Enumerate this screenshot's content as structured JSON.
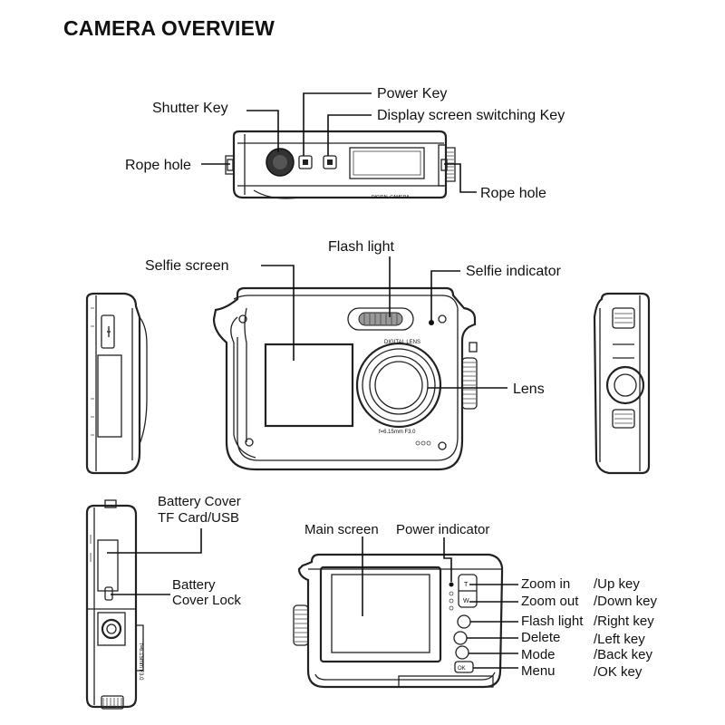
{
  "title": "CAMERA OVERVIEW",
  "top_view": {
    "shutter_key": "Shutter Key",
    "power_key": "Power Key",
    "display_switch_key": "Display screen switching Key",
    "rope_hole_left": "Rope hole",
    "rope_hole_right": "Rope hole",
    "body_text": "DIGITAL CAMERA"
  },
  "front_view": {
    "flash_light": "Flash light",
    "selfie_screen": "Selfie screen",
    "selfie_indicator": "Selfie indicator",
    "lens": "Lens",
    "lens_ring_top": "DIGITAL LENS",
    "lens_ring_bottom": "f=6.15mm F3.0"
  },
  "side_view": {
    "battery_cover": "Battery Cover",
    "tf_card_usb": "TF Card/USB",
    "battery_cover_lock_1": "Battery",
    "battery_cover_lock_2": "Cover Lock",
    "spec_text": "f=6.15mm F3.0"
  },
  "back_view": {
    "main_screen": "Main screen",
    "power_indicator": "Power indicator",
    "buttons": [
      {
        "label": "Zoom in",
        "function": "/Up key"
      },
      {
        "label": "Zoom out",
        "function": "/Down key"
      },
      {
        "label": "Flash light",
        "function": "/Right key"
      },
      {
        "label": "Delete",
        "function": "/Left key"
      },
      {
        "label": "Mode",
        "function": "/Back key"
      },
      {
        "label": "Menu",
        "function": "/OK key"
      }
    ]
  }
}
